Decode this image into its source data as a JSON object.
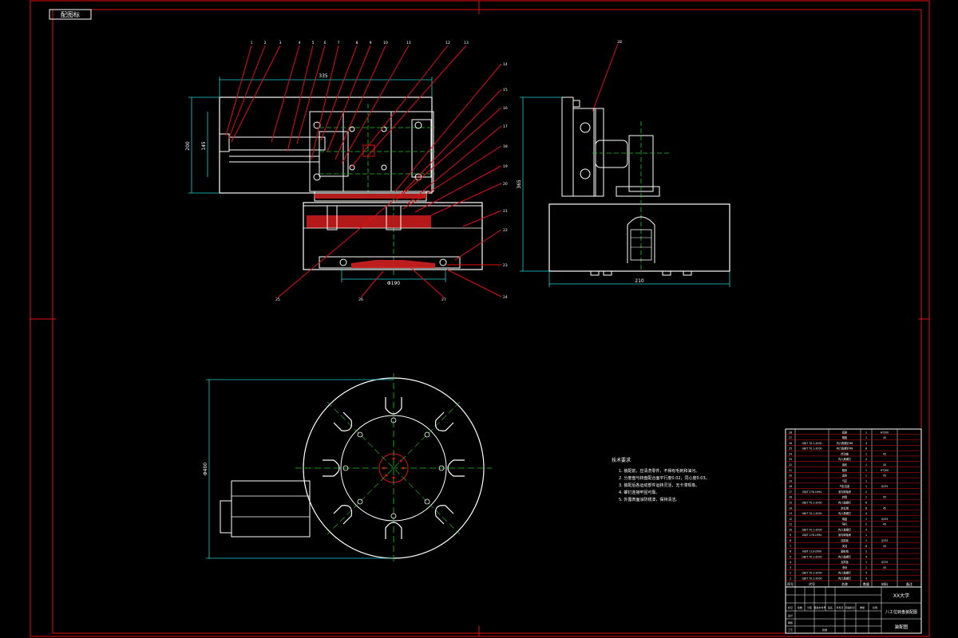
{
  "drawing": {
    "stamp_label": "配图标",
    "top_callouts": [
      "1",
      "2",
      "3",
      "4",
      "5",
      "6",
      "7",
      "8",
      "9",
      "10",
      "11",
      "12",
      "13"
    ],
    "right_callouts": [
      "14",
      "15",
      "16",
      "17",
      "18",
      "19",
      "20",
      "21",
      "22",
      "23",
      "24"
    ],
    "bottom_callouts": [
      "25",
      "26",
      "27"
    ],
    "side_callout": "28",
    "dims": {
      "front_width": "335",
      "front_height_outer": "200",
      "front_height_inner": "145",
      "front_base": "Φ190",
      "side_height": "365",
      "side_width": "210",
      "plan_height": "Φ400"
    },
    "notes_title": "技术要求",
    "notes": [
      "1. 装配前，应清洗零件，不得有毛刺和油污。",
      "2. 分度盘与转盘配合面平行度0.02，同心度0.03。",
      "3. 装配后各运动部件运转灵活，无卡滞现象。",
      "4. 螺钉连接牢固可靠。",
      "5. 外露表面涂防锈漆，保持清洁。"
    ]
  },
  "title_block": {
    "school": "XX大学",
    "drawing_name": "八工位转盘装配图",
    "drawing_type": "装配图",
    "header_cells": [
      "序号",
      "代号",
      "名称",
      "数量",
      "材料",
      "备注"
    ],
    "sign_labels": [
      "标记",
      "处数",
      "分区",
      "更改文件号",
      "签名",
      "年月日"
    ],
    "roles": [
      "设计",
      "审核",
      "工艺",
      "批准"
    ],
    "stage_labels": [
      "阶段标记",
      "重量",
      "比例"
    ]
  },
  "bom_rows": [
    [
      "28",
      "",
      "底座",
      "1",
      "HT200",
      ""
    ],
    [
      "27",
      "",
      "隔套",
      "1",
      "45",
      ""
    ],
    [
      "26",
      "GB/T 70.1-2000",
      "内六角螺钉M6",
      "4",
      "",
      ""
    ],
    [
      "25",
      "GB/T 70.1-2000",
      "内六角螺钉M8",
      "8",
      "",
      ""
    ],
    [
      "24",
      "",
      "传动轴",
      "1",
      "45",
      ""
    ],
    [
      "23",
      "",
      "内六角螺钉",
      "4",
      "",
      ""
    ],
    [
      "22",
      "",
      "齿轮",
      "1",
      "45",
      ""
    ],
    [
      "21",
      "",
      "箱体",
      "1",
      "HT200",
      ""
    ],
    [
      "20",
      "",
      "齿条",
      "1",
      "45",
      ""
    ],
    [
      "19",
      "",
      "气缸",
      "1",
      "",
      ""
    ],
    [
      "18",
      "",
      "气缸支座",
      "1",
      "Q235",
      ""
    ],
    [
      "17",
      "GB/T 276-1994",
      "深沟球轴承",
      "2",
      "",
      ""
    ],
    [
      "16",
      "",
      "转盘",
      "1",
      "45",
      ""
    ],
    [
      "15",
      "GB/T 70.1-2000",
      "内六角螺钉",
      "6",
      "",
      ""
    ],
    [
      "14",
      "",
      "定位销",
      "8",
      "45",
      ""
    ],
    [
      "13",
      "GB/T 70.1-2000",
      "内六角螺钉",
      "4",
      "",
      ""
    ],
    [
      "12",
      "",
      "端盖",
      "1",
      "Q235",
      ""
    ],
    [
      "11",
      "",
      "导杆",
      "2",
      "45",
      ""
    ],
    [
      "10",
      "GB/T 70.1-2000",
      "内六角螺钉",
      "4",
      "",
      ""
    ],
    [
      "9",
      "GB/T 276-1994",
      "深沟球轴承",
      "1",
      "",
      ""
    ],
    [
      "8",
      "",
      "连接板",
      "1",
      "Q235",
      ""
    ],
    [
      "7",
      "",
      "夹具",
      "8",
      "45",
      ""
    ],
    [
      "6",
      "GB/T 119-2000",
      "圆柱销",
      "2",
      "",
      ""
    ],
    [
      "5",
      "GB/T 70.1-2000",
      "内六角螺钉",
      "4",
      "",
      ""
    ],
    [
      "4",
      "",
      "支撑板",
      "1",
      "Q235",
      ""
    ],
    [
      "3",
      "",
      "滑块",
      "1",
      "45",
      ""
    ],
    [
      "2",
      "GB/T 70.1-2000",
      "内六角螺钉",
      "4",
      "",
      ""
    ],
    [
      "1",
      "GB/T 70.1-2000",
      "内六角螺钉",
      "4",
      "",
      ""
    ]
  ]
}
